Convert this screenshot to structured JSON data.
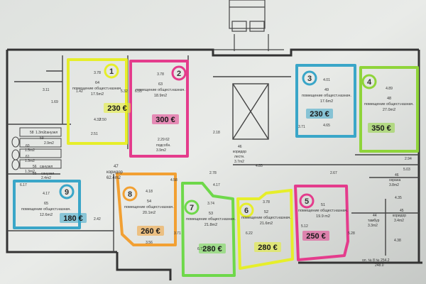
{
  "rooms": [
    {
      "id": "r1",
      "number": "1",
      "code": "64",
      "desc": "помещение общест.назнач.",
      "area": "17.5m2",
      "price": "230 €",
      "color": "#e6ee2a",
      "dims_top": "3.78",
      "dims_left": "1.42",
      "dims_bottom": "4.32"
    },
    {
      "id": "r2",
      "number": "2",
      "code": "63",
      "desc": "помещение общест.назнач.",
      "area": "18.9m2",
      "price": "300 €",
      "color": "#e43c8c",
      "dims_top": "3.78",
      "dims_left": "",
      "dims_bottom": ""
    },
    {
      "id": "r3",
      "number": "3",
      "code": "49",
      "desc": "помещение общест.назнач.",
      "area": "17.6m2",
      "price": "230 €",
      "color": "#3aa6c8",
      "dims_top": "4.01",
      "dims_left": "",
      "dims_bottom": "4.65"
    },
    {
      "id": "r4",
      "number": "4",
      "code": "48",
      "desc": "помещение общест.назнач.",
      "area": "27.0m2",
      "price": "350 €",
      "color": "#8fd43a",
      "dims_top": "4.89",
      "dims_left": "",
      "dims_bottom": ""
    },
    {
      "id": "r5",
      "number": "5",
      "code": "51",
      "desc": "помещение общест.назнач.",
      "area": "19.9 m2",
      "price": "250 €",
      "color": "#e43c8c",
      "dims_top": "",
      "dims_left": "",
      "dims_bottom": ""
    },
    {
      "id": "r6",
      "number": "6",
      "code": "52",
      "desc": "помещение общест.назнач.",
      "area": "21.6m2",
      "price": "280 €",
      "color": "#e6ee2a",
      "dims_top": "3.78",
      "dims_left": "",
      "dims_bottom": ""
    },
    {
      "id": "r7",
      "number": "7",
      "code": "53",
      "desc": "помещение общест.назнач.",
      "area": "21.8m2",
      "price": "280 €",
      "color": "#6ed84a",
      "dims_top": "3.74",
      "dims_left": "",
      "dims_bottom": ""
    },
    {
      "id": "r8",
      "number": "8",
      "code": "54",
      "desc": "помещение общест.назнач.",
      "area": "20.1m2",
      "price": "260 €",
      "color": "#f2a033",
      "dims_top": "4.18",
      "dims_left": "",
      "dims_bottom": "3.56"
    },
    {
      "id": "r9",
      "number": "9",
      "code": "65",
      "desc": "помещение общест.назнач.",
      "area": "12.6m2",
      "price": "180 €",
      "color": "#3aa6c8",
      "dims_top": "4.17",
      "dims_left": "",
      "dims_bottom": ""
    }
  ],
  "other_rooms": {
    "corridor": {
      "code": "47",
      "name": "коридор",
      "area": "62.4m2"
    },
    "podsobka": {
      "code": "2.29  62",
      "name": "подсобн.",
      "area": "3.9m2"
    },
    "stair_corridor": {
      "code": "46",
      "name": "коридор",
      "area": "3.7m2",
      "note": "лестн."
    },
    "okhrana": {
      "code": "46",
      "name": "охрана",
      "area": "3.8m2"
    },
    "tambur": {
      "code": "44",
      "name": "тамбур",
      "area": "3.3m2"
    },
    "corridor45": {
      "code": "45",
      "name": "коридор",
      "area": "3.4m2"
    },
    "sanuzel1": {
      "code": "58",
      "name": "санузел",
      "area": "1.3m2"
    },
    "sanuzel2": {
      "code": "59",
      "name": "",
      "area": "2.9m2"
    },
    "sanuzel3": {
      "code": "60",
      "name": "",
      "area": "1.5m2"
    },
    "sanuzel4": {
      "code": "61",
      "name": "",
      "area": "1.3m2"
    },
    "sanuzel5": {
      "code": "56",
      "name": "санузел",
      "area": "1.3m2"
    },
    "sanuzel6": {
      "code": "55",
      "name": "санузел",
      "area": "2.4m2"
    }
  },
  "footer_note": {
    "line1": "ол. № 8 № 254.2",
    "line2": "248.0"
  },
  "misc_dims": [
    "3.11",
    "1.69",
    "5.32",
    "2.50",
    "2.51",
    "6.55",
    "2.78",
    "4.17",
    "4.85",
    "6.17",
    "2.42",
    "4.58",
    "2.67",
    "5.03",
    "2.94",
    "4.35",
    "4.38",
    "3.71",
    "6.71",
    "6.22",
    "5.12",
    "5.28",
    "2.18",
    "3.71"
  ]
}
